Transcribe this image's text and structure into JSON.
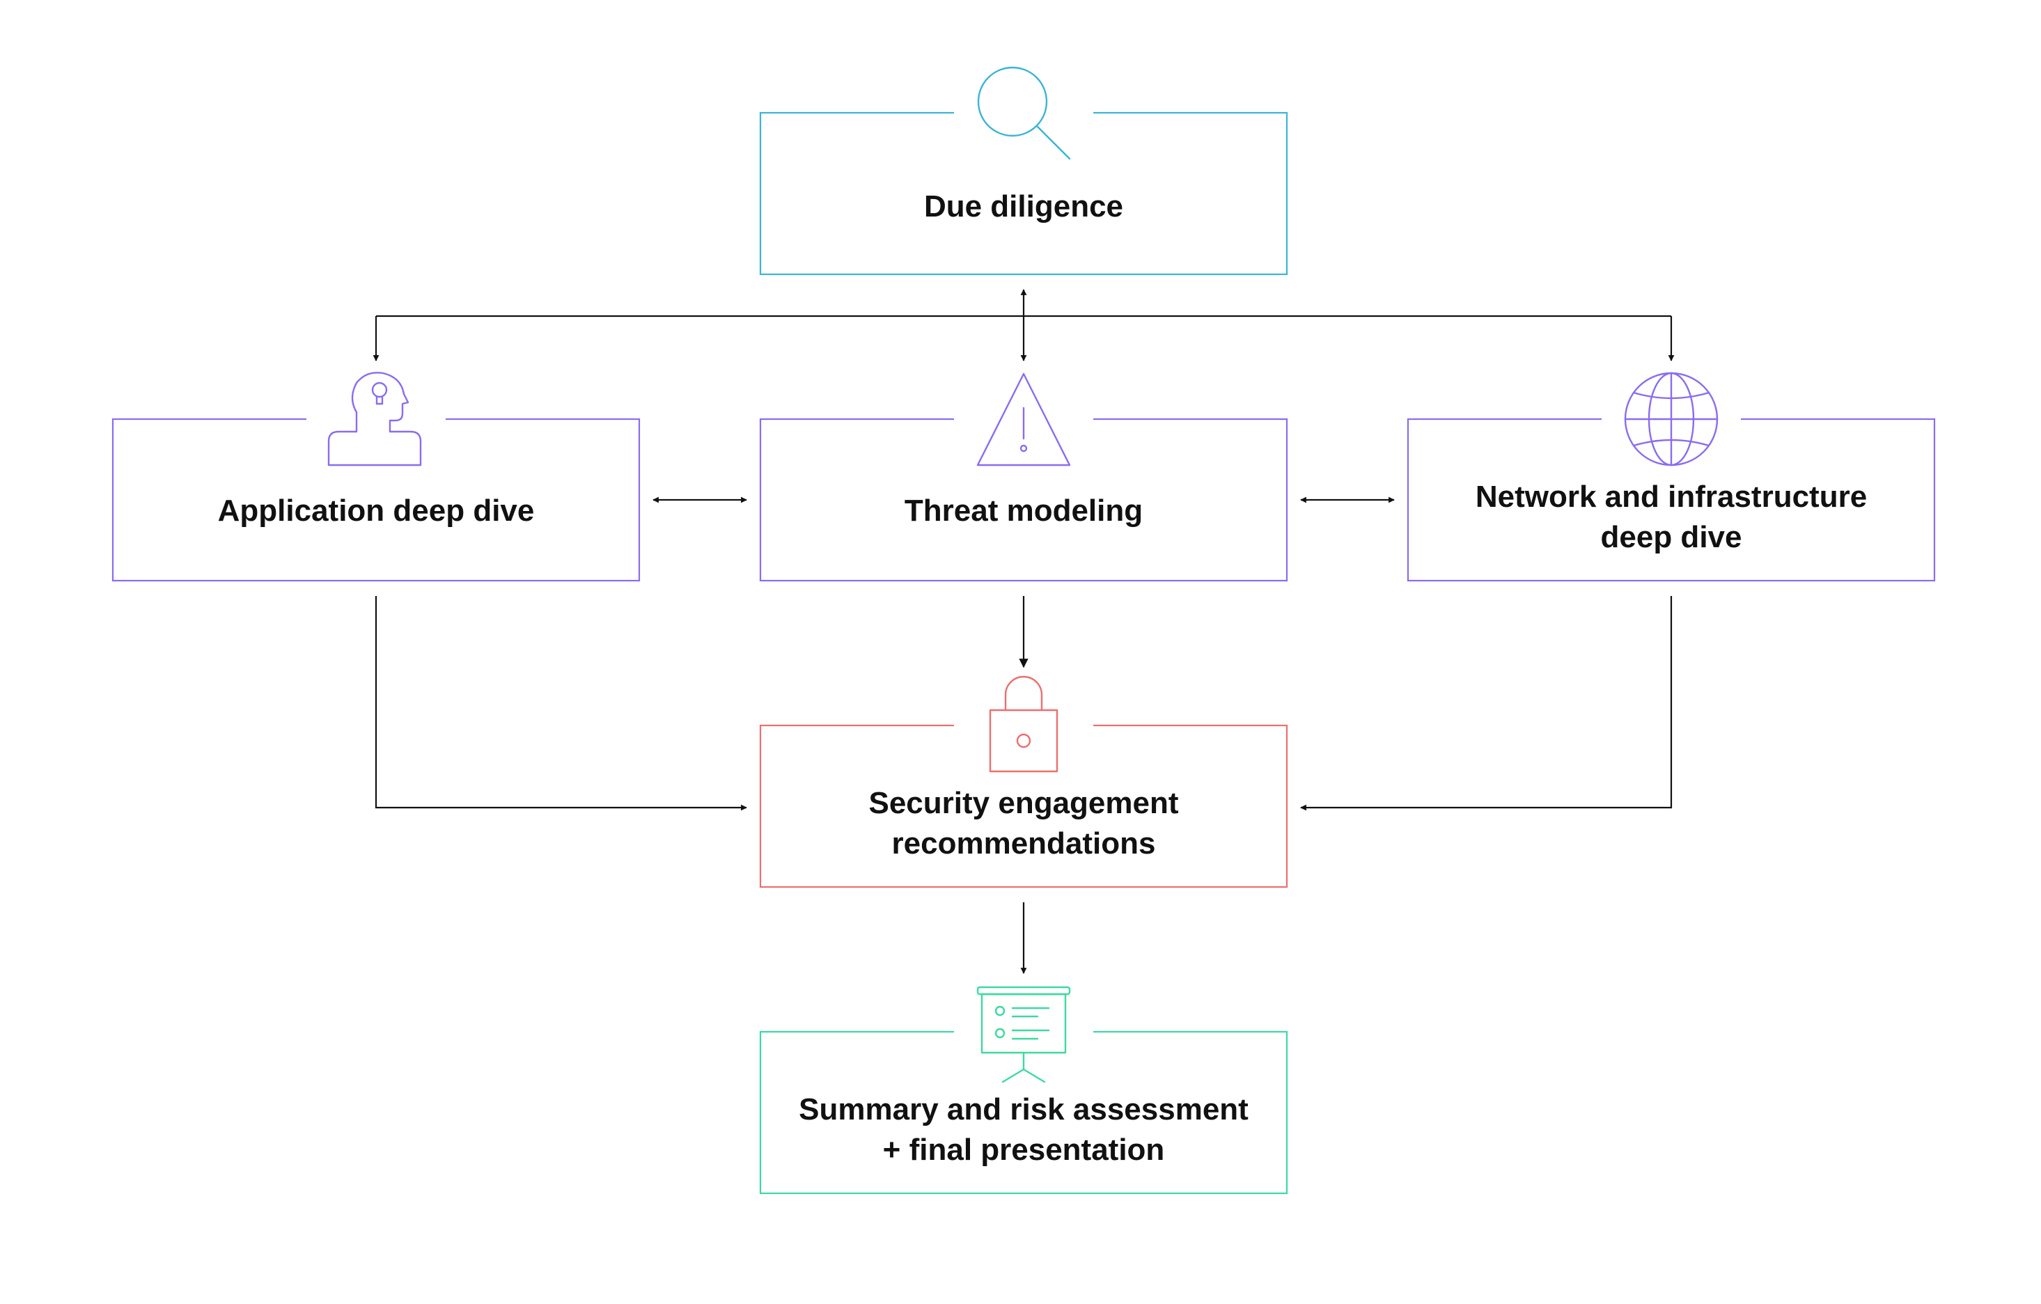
{
  "diagram": {
    "colors": {
      "due_diligence": "#3bb4d6",
      "deep_dive": "#8a6cf0",
      "recommendations": "#ec6f6f",
      "summary": "#3ed9a0",
      "connector": "#111111"
    },
    "nodes": {
      "due_diligence": {
        "label": "Due diligence",
        "icon": "magnifier-icon"
      },
      "application": {
        "label": "Application deep dive",
        "icon": "person-idea-icon"
      },
      "threat": {
        "label": "Threat modeling",
        "icon": "warning-triangle-icon"
      },
      "network": {
        "line1": "Network and infrastructure",
        "line2": "deep dive",
        "icon": "globe-icon"
      },
      "security": {
        "line1": "Security engagement",
        "line2": "recommendations",
        "icon": "padlock-icon"
      },
      "summary": {
        "line1": "Summary and risk assessment",
        "line2": "+ final presentation",
        "icon": "presentation-board-icon"
      }
    },
    "edges": [
      {
        "from": "due_diligence",
        "to": "threat",
        "bidirectional": true
      },
      {
        "from": "due_diligence",
        "to": "application",
        "bidirectional": false
      },
      {
        "from": "due_diligence",
        "to": "network",
        "bidirectional": false
      },
      {
        "from": "application",
        "to": "threat",
        "bidirectional": true
      },
      {
        "from": "threat",
        "to": "network",
        "bidirectional": true
      },
      {
        "from": "threat",
        "to": "security",
        "bidirectional": false
      },
      {
        "from": "application",
        "to": "security",
        "bidirectional": false
      },
      {
        "from": "network",
        "to": "security",
        "bidirectional": false
      },
      {
        "from": "security",
        "to": "summary",
        "bidirectional": false
      }
    ]
  }
}
